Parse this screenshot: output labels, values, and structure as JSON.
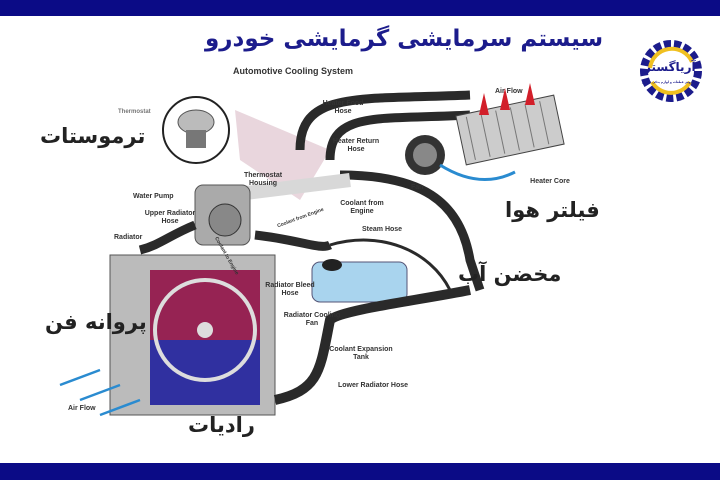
{
  "title_fa": "سیستم سرمایشی گرمایشی خودرو",
  "subtitle": "Automotive Cooling System",
  "logo": {
    "name": "آریاگستر",
    "tagline": "فروش قطعات و لوازم یدکی خودرو"
  },
  "persian_labels": {
    "thermostat": "ترموستات",
    "air_filter": "فیلتر هوا",
    "water_tank": "مخضن آب",
    "fan_blade": "پروانه فن",
    "radiator": "رادیات"
  },
  "labels": {
    "thermostat": "Thermostat",
    "heater_feed_hose": "Heater Food Hose",
    "heater_return_hose": "Heater Return Hose",
    "fan": "Fan",
    "heater_core": "Heater Core",
    "air_flow_top": "Air Flow",
    "thermostat_housing": "Thermostat Housing",
    "water_pump": "Water Pump",
    "upper_radiator_hose": "Upper Radiator Hose",
    "radiator": "Radiator",
    "coolant_from_engine": "Coolant from Engine",
    "coolant_from_engine_small": "Coolant from Engine",
    "coolant_to_engine_small": "Coolant to Engine",
    "steam_hose": "Steam Hose",
    "radiator_bleed_hose": "Radiator Bleed Hose",
    "radiator_cooling_fan": "Radiator Cooling Fan",
    "coolant_expansion_tank": "Coolant Expansion Tank",
    "lower_radiator_hose": "Lower Radiator Hose",
    "air_flow_bottom": "Air Flow"
  },
  "colors": {
    "bar": "#0b0b86",
    "title": "#1c1c8c",
    "hose": "#2a2a2a",
    "hot": "#d21f2a",
    "cold": "#2a8bd0"
  }
}
